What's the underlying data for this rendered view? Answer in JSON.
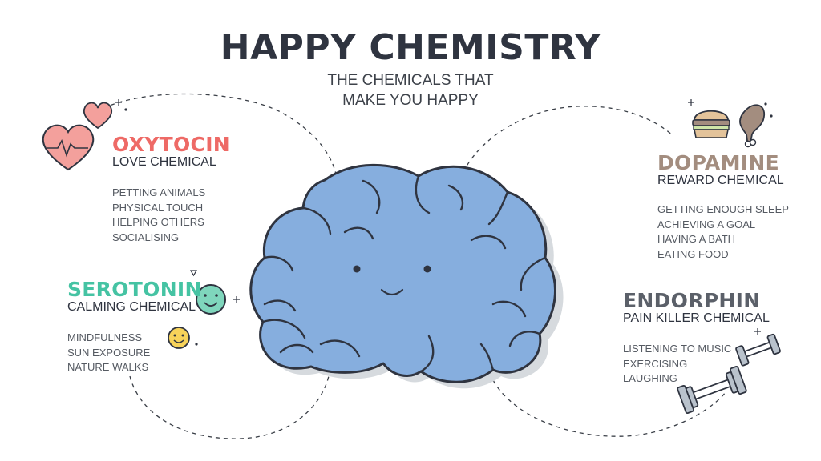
{
  "title": "HAPPY CHEMISTRY",
  "subtitle": [
    "THE CHEMICALS THAT",
    "MAKE YOU HAPPY"
  ],
  "colors": {
    "oxytocin": "#ee6a66",
    "serotonin": "#45c3a3",
    "dopamine": "#a38d7f",
    "endorphin": "#5b6069",
    "brain_fill": "#86aede",
    "brain_shadow": "#d6dade",
    "outline": "#2f3440"
  },
  "chemicals": {
    "oxytocin": {
      "name": "OXYTOCIN",
      "subtitle": "LOVE CHEMICAL",
      "items": [
        "PETTING ANIMALS",
        "PHYSICAL TOUCH",
        "HELPING OTHERS",
        "SOCIALISING"
      ],
      "icon": "heart-icon"
    },
    "serotonin": {
      "name": "SEROTONIN",
      "subtitle": "CALMING CHEMICAL",
      "items": [
        "MINDFULNESS",
        "SUN EXPOSURE",
        "NATURE WALKS"
      ],
      "icon": "smiley-face-icon"
    },
    "dopamine": {
      "name": "DOPAMINE",
      "subtitle": "REWARD CHEMICAL",
      "items": [
        "GETTING ENOUGH SLEEP",
        "ACHIEVING A GOAL",
        "HAVING A BATH",
        "EATING FOOD"
      ],
      "icon": "food-icon"
    },
    "endorphin": {
      "name": "ENDORPHIN",
      "subtitle": "PAIN KILLER CHEMICAL",
      "items": [
        "LISTENING TO MUSIC",
        "EXERCISING",
        "LAUGHING"
      ],
      "icon": "dumbbell-icon"
    }
  }
}
